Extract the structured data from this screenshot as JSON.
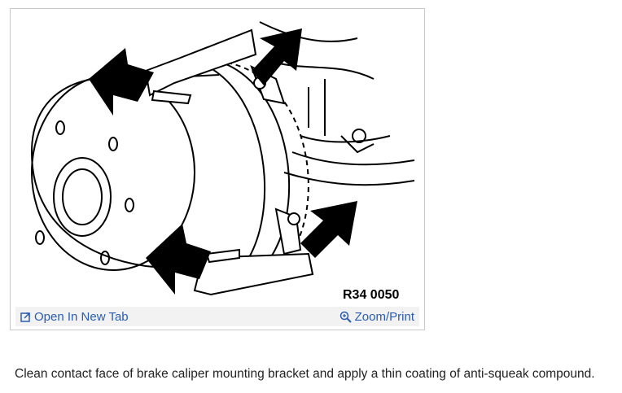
{
  "figure": {
    "reference_code": "R34 0050",
    "icons": {
      "open_tab": "open-in-new-tab-icon",
      "zoom": "zoom-magnifier-icon"
    }
  },
  "toolbar": {
    "open_new_tab_label": "Open In New Tab",
    "zoom_print_label": "Zoom/Print"
  },
  "caption": "Clean contact face of brake caliper mounting bracket and apply a thin coating of anti-squeak compound.",
  "colors": {
    "link": "#2a5db0",
    "toolbar_bg": "#f2f2f2",
    "frame_border": "#c8c8c8"
  }
}
